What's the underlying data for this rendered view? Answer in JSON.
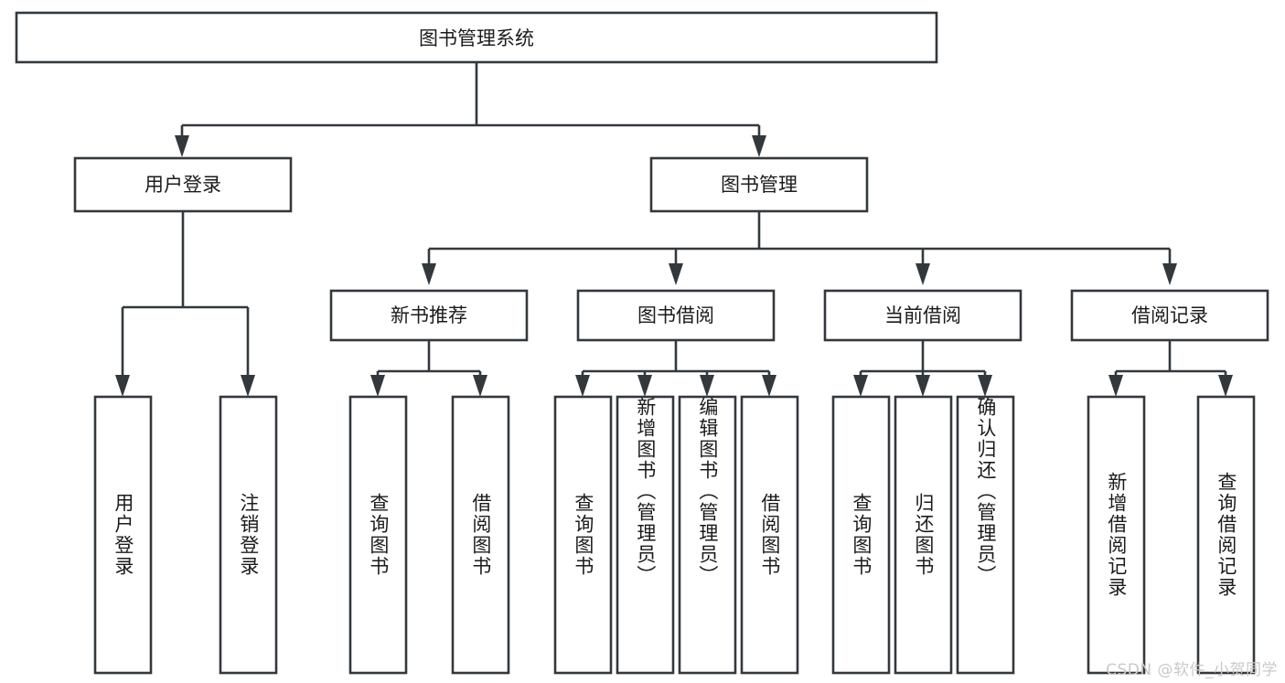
{
  "diagram": {
    "type": "tree",
    "title": "图书管理系统",
    "root": {
      "label": "图书管理系统"
    },
    "level2": [
      {
        "label": "用户登录"
      },
      {
        "label": "图书管理"
      }
    ],
    "level3": [
      {
        "label": "新书推荐"
      },
      {
        "label": "图书借阅"
      },
      {
        "label": "当前借阅"
      },
      {
        "label": "借阅记录"
      }
    ],
    "leaves": {
      "user_login": [
        {
          "label": "用户登录"
        },
        {
          "label": "注销登录"
        }
      ],
      "new_book_recommend": [
        {
          "label": "查询图书"
        },
        {
          "label": "借阅图书"
        }
      ],
      "book_borrow": [
        {
          "label": "查询图书"
        },
        {
          "label": "新增图书（管理员）"
        },
        {
          "label": "编辑图书（管理员）"
        },
        {
          "label": "借阅图书"
        }
      ],
      "current_borrow": [
        {
          "label": "查询图书"
        },
        {
          "label": "归还图书"
        },
        {
          "label": "确认归还（管理员）"
        }
      ],
      "borrow_records": [
        {
          "label": "新增借阅记录"
        },
        {
          "label": "查询借阅记录"
        }
      ]
    }
  },
  "watermark": {
    "text": "CSDN @软件_小贺同学"
  },
  "colors": {
    "stroke": "#33383d",
    "fill": "#ffffff",
    "text": "#1b1b1b",
    "watermark": "#c9c9c9"
  }
}
